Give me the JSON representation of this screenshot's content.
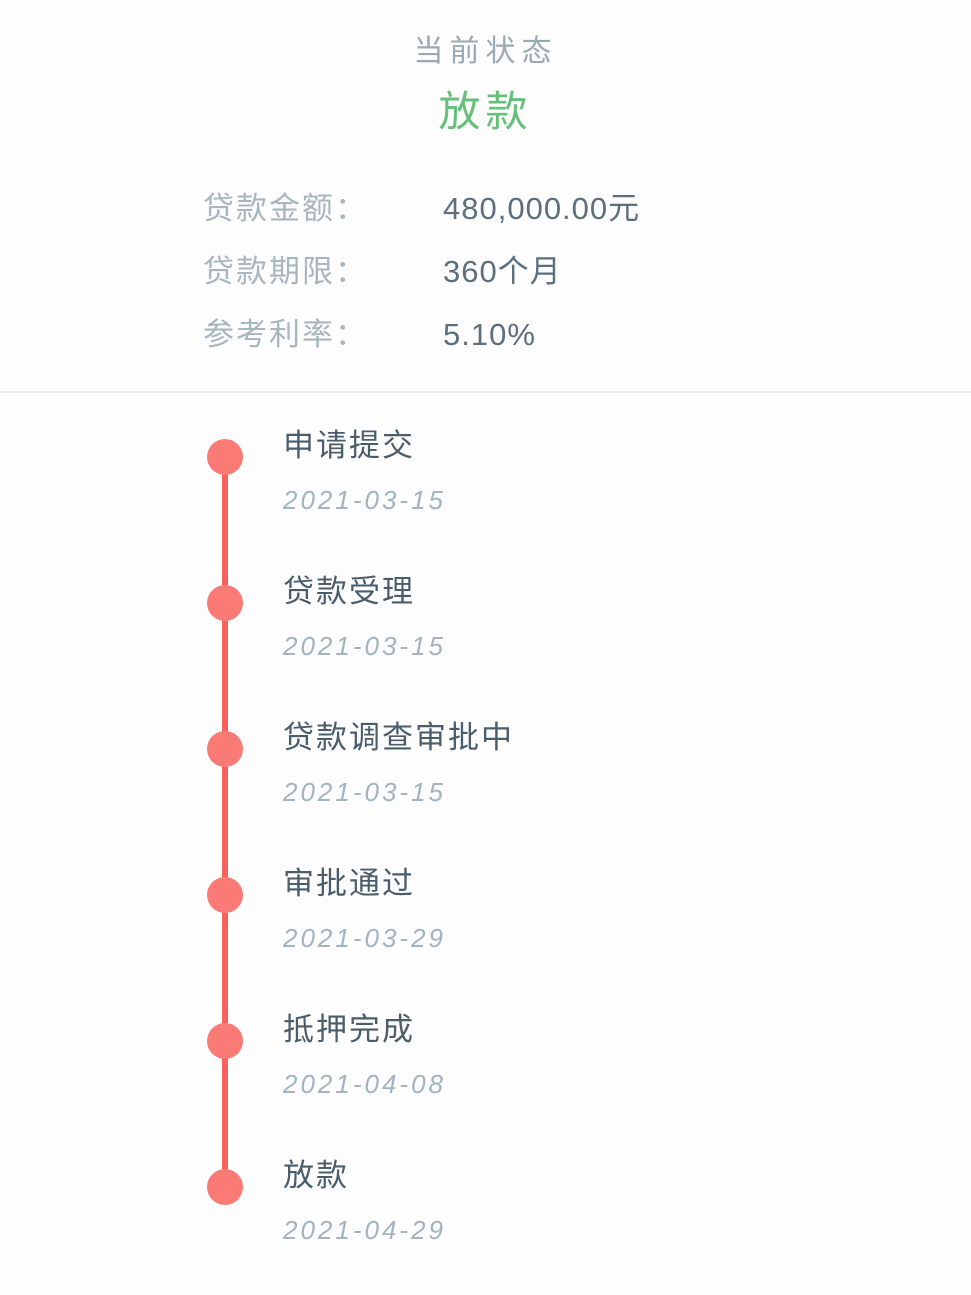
{
  "status": {
    "label": "当前状态",
    "value": "放款",
    "value_color": "#67c07a",
    "label_color": "#9aa9b4"
  },
  "details": [
    {
      "label": "贷款金额：",
      "value": "480,000.00元"
    },
    {
      "label": "贷款期限：",
      "value": "360个月"
    },
    {
      "label": "参考利率：",
      "value": "5.10%"
    }
  ],
  "timeline": {
    "dot_color": "#fa7a76",
    "line_color": "#f9615d",
    "steps": [
      {
        "title": "申请提交",
        "date": "2021-03-15"
      },
      {
        "title": "贷款受理",
        "date": "2021-03-15"
      },
      {
        "title": "贷款调查审批中",
        "date": "2021-03-15"
      },
      {
        "title": "审批通过",
        "date": "2021-03-29"
      },
      {
        "title": "抵押完成",
        "date": "2021-04-08"
      },
      {
        "title": "放款",
        "date": "2021-04-29"
      }
    ]
  }
}
